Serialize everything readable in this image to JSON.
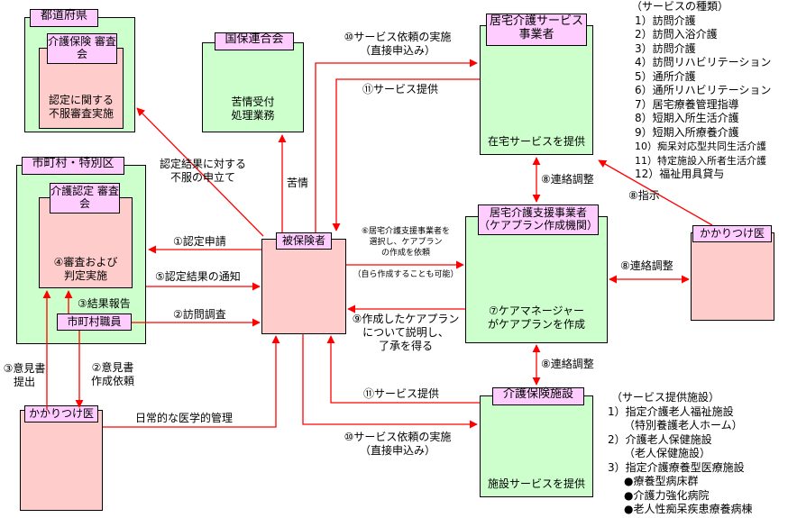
{
  "boxes": {
    "prefecture": {
      "title": "都道府県",
      "committee": "介護保険\n審査会",
      "body": "認定に関する\n不服審査実施"
    },
    "kokuho": {
      "title": "国保連合会",
      "body": "苦情受付\n処理業務"
    },
    "home_service": {
      "title": "居宅介護サービス\n事業者",
      "body": "在宅サービスを提供"
    },
    "municipality": {
      "title": "市町村・特別区",
      "committee": "介護認定\n審査会",
      "body": "④審査および\n判定実施",
      "staff": "市町村職員"
    },
    "insured": {
      "title": "被保険者"
    },
    "care_support": {
      "title": "居宅介護支援事業者\n（ケアプラン作成機関）",
      "body": "⑦ケアマネージャー\nがケアプランを作成"
    },
    "family_doctor_right": {
      "title": "かかりつけ医"
    },
    "family_doctor_left": {
      "title": "かかりつけ医"
    },
    "facility": {
      "title": "介護保険施設",
      "body": "施設サービスを提供"
    }
  },
  "labels": {
    "request_top": "⑩サービス依頼の実施\n（直接申込み）",
    "service_top": "⑪サービス提供",
    "appeal": "認定結果に対する\n不服の申立て",
    "complaint": "苦情",
    "coord_top": "⑧連絡調整",
    "instruction": "⑧指示",
    "apply": "①認定申請",
    "notify": "⑤認定結果の通知",
    "result_report": "③結果報告",
    "visit": "②訪問調査",
    "select_provider": "⑥居宅介護支援事業者を\n選択し、ケアプラン\nの作成を依頼",
    "self_create": "（自ら作成することも可能）",
    "coord_right": "⑧連絡調整",
    "explain": "⑨作成したケアプラン\nについて説明し、\n了承を得る",
    "coord_bottom": "⑧連絡調整",
    "opinion_submit": "③意見書\n提出",
    "opinion_request": "②意見書\n作成依頼",
    "medical": "日常的な医学的管理",
    "service_bottom": "⑪サービス提供",
    "request_bottom": "⑩サービス依頼の実施\n（直接申込み）"
  },
  "service_types": {
    "heading": "（サービスの種類）",
    "items": [
      "1）訪問介護",
      "2）訪問入浴介護",
      "3）訪問介護",
      "4）訪問リハビリテーション",
      "5）通所介護",
      "6）通所リハビリテーション",
      "7）居宅療養管理指導",
      "8）短期入所生活介護",
      "9）短期入所療養介護",
      "10）痴呆対応型共同生活介護",
      "11）特定施設入所者生活介護",
      "12）福祉用具貸与"
    ]
  },
  "facility_types": {
    "heading": "（サービス提供施設）",
    "items": [
      "1）指定介護老人福祉施設",
      "（特別養護老人ホーム）",
      "2）介護老人保健施設",
      "（老人保健施設）",
      "3）指定介護療養型医療施設",
      "●療養型病床群",
      "●介護力強化病院",
      "●老人性痴呆疾患療養病棟"
    ]
  },
  "colors": {
    "green": "#ccffcc",
    "pink": "#ffcccc",
    "label": "#ffccff",
    "arrow": "#ff0000"
  }
}
